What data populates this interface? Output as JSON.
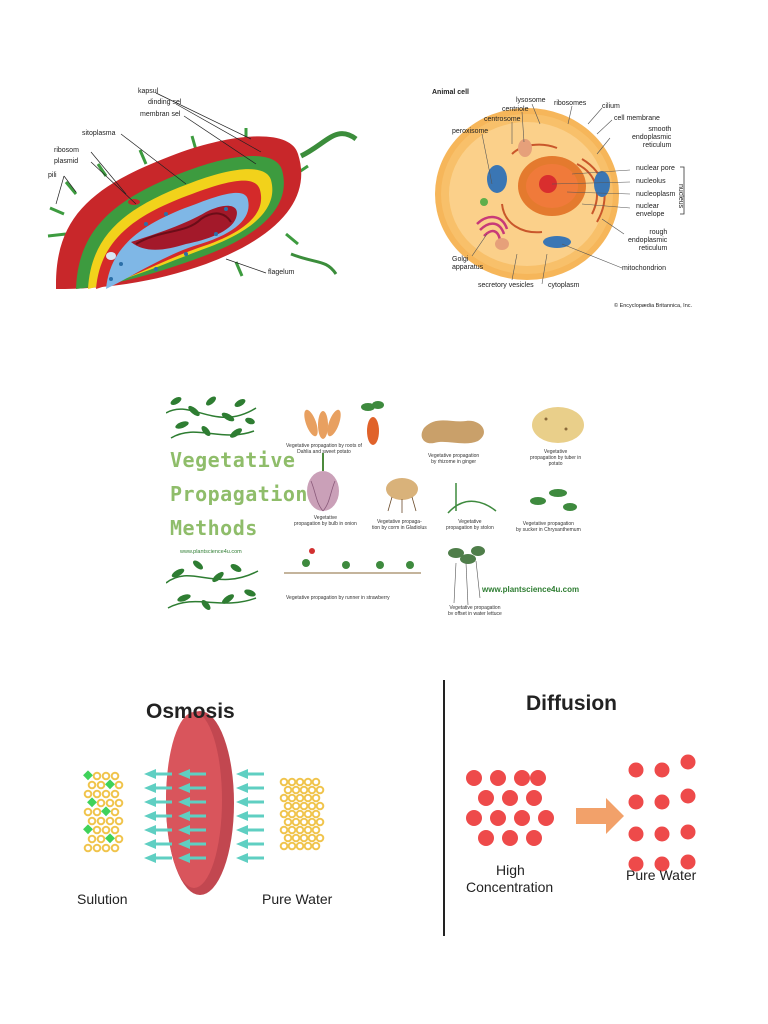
{
  "bacteria": {
    "labels": [
      "kapsul",
      "dinding sel",
      "membran sel",
      "sitoplasma",
      "ribosom",
      "plasmid",
      "pili",
      "flagelum"
    ]
  },
  "animal_cell": {
    "title": "Animal cell",
    "labels": {
      "lysosome": "lysosome",
      "ribosomes": "ribosomes",
      "cilium": "cilium",
      "centriole": "centriole",
      "centrosome": "centrosome",
      "cell_membrane": "cell membrane",
      "peroxisome": "peroxisome",
      "smooth_er": "smooth\nendoplasmic\nreticulum",
      "nuclear_pore": "nuclear pore",
      "nucleolus": "nucleolus",
      "nucleoplasm": "nucleoplasm",
      "nuclear_envelope": "nuclear\nenvelope",
      "nucleus": "nucleus",
      "rough_er": "rough\nendoplasmic\nreticulum",
      "golgi": "Golgi\napparatus",
      "mitochondrion": "mitochondrion",
      "secretory": "secretory vesicles",
      "cytoplasm": "cytoplasm"
    },
    "credit": "© Encyclopædia Britannica, Inc."
  },
  "vegetative": {
    "title_lines": [
      "Vegetative",
      "Propagation",
      "Methods"
    ],
    "site": "www.plantscience4u.com",
    "site_right": "www.plantscience4u.com",
    "captions": [
      "Vegetative propagation by roots of\nDahlia and sweet potato",
      "Vegetative propagation\nby rhizome in ginger",
      "Vegetative\npropagation by tuber in\npotato",
      "Vegetative\npropagation by bulb in onion",
      "Vegetative propaga-\ntion by corm in Gladiolus",
      "Vegetative\npropagation by stolon",
      "Vegetative propagation\nby sucker in Chrysanthemum",
      "Vegetative propagation by runner in strawberry",
      "Vegetative propagation\nby offset in water lettuce"
    ]
  },
  "osmosis": {
    "title": "Osmosis",
    "left_label": "Sulution",
    "right_label": "Pure Water"
  },
  "diffusion": {
    "title": "Diffusion",
    "left_label_1": "High",
    "left_label_2": "Concentration",
    "right_label": "Pure Water"
  },
  "colors": {
    "bacteria_red": "#d42a2a",
    "bacteria_yellow": "#f2d21b",
    "bacteria_green": "#3d9b3f",
    "cytoplasm_blue": "#7fb7e6",
    "cell_orange": "#f4a54a",
    "veg_green": "#2e7d32",
    "title_green": "#8fbd6a",
    "membrane_red": "#d9555c",
    "teal_arrow": "#5fcfc2",
    "diffusion_red": "#ee4a4a",
    "arrow_orange": "#f2a16a"
  }
}
